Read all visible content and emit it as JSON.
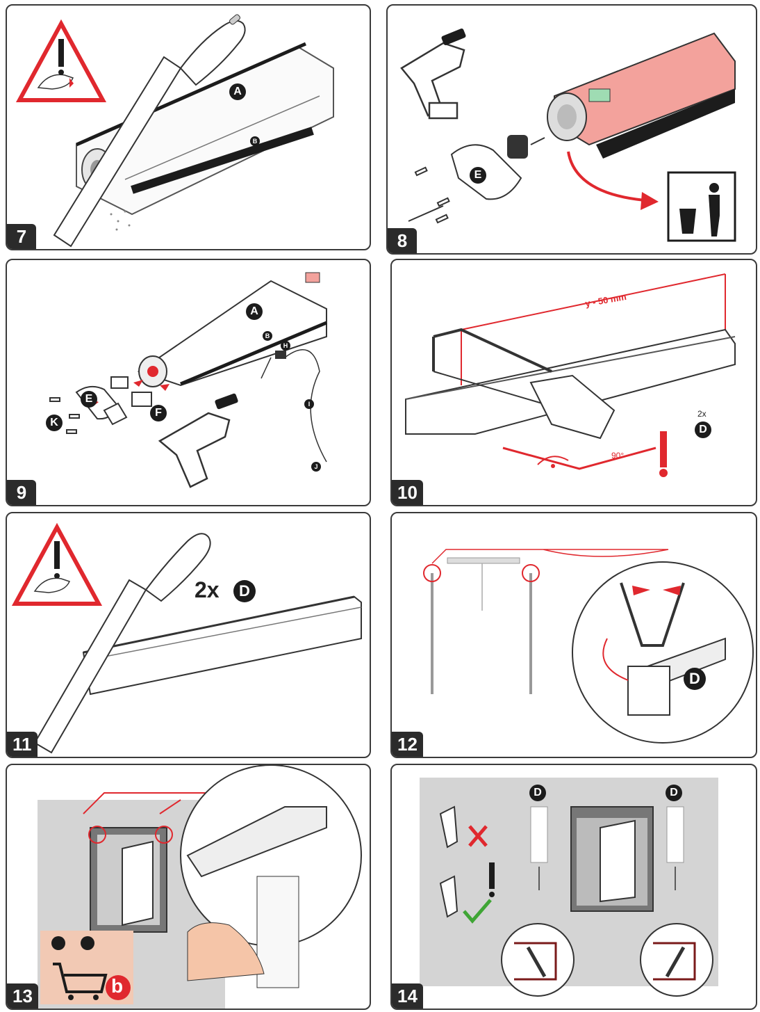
{
  "panels": [
    {
      "number": "7",
      "labels": {
        "a": "A",
        "b": "B"
      }
    },
    {
      "number": "8",
      "labels": {
        "e": "E"
      },
      "icons": [
        "drill-icon",
        "trash-bin-icon"
      ]
    },
    {
      "number": "9",
      "labels": {
        "a": "A",
        "b": "B",
        "e": "E",
        "f": "F",
        "h": "H",
        "i": "I",
        "j": "J",
        "k": "K"
      }
    },
    {
      "number": "10",
      "dimension": "y - 50 mm",
      "angle": "90°",
      "count": "2x",
      "labels": {
        "d": "D"
      }
    },
    {
      "number": "11",
      "count": "2x",
      "labels": {
        "d": "D"
      }
    },
    {
      "number": "12",
      "labels": {
        "d": "D"
      }
    },
    {
      "number": "13",
      "labels": {
        "b": "b"
      }
    },
    {
      "number": "14",
      "labels": {
        "d": "D"
      }
    }
  ],
  "colors": {
    "accent_red": "#e0282e",
    "highlight_pink": "#f3a29c",
    "wall_grey": "#d4d4d4",
    "ok_green": "#3fa535",
    "dark": "#1c1c1c"
  }
}
